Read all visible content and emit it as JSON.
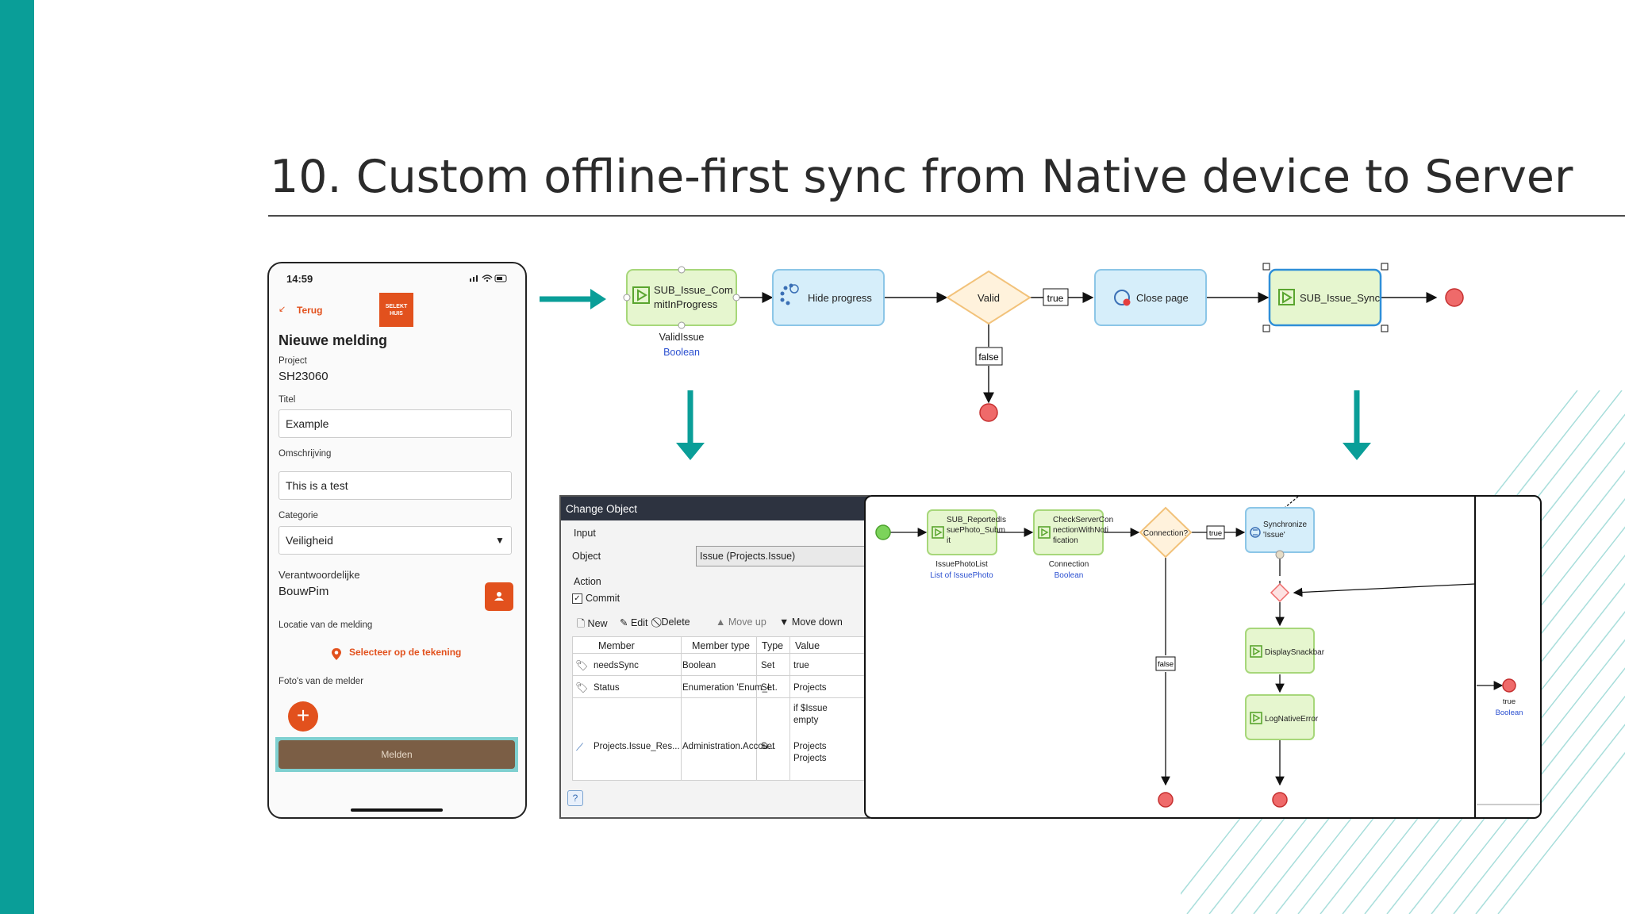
{
  "slide": {
    "title": "10. Custom offline-first sync from Native device to Server"
  },
  "colors": {
    "teal": "#0a9e98",
    "orange": "#e2511d",
    "green_box": "#e6f6cf",
    "blue_box": "#d6eefa",
    "end_red": "#ef6a6a"
  },
  "phone": {
    "time": "14:59",
    "back_label": "Terug",
    "logo_text": "SELEKT HUIS",
    "heading": "Nieuwe melding",
    "project_label": "Project",
    "project_value": "SH23060",
    "titel_label": "Titel",
    "titel_value": "Example",
    "omschrijving_label": "Omschrijving",
    "omschrijving_value": "This is a test",
    "categorie_label": "Categorie",
    "categorie_value": "Veiligheid",
    "verantwoordelijke_label": "Verantwoordelijke",
    "verantwoordelijke_value": "BouwPim",
    "locatie_label": "Locatie van de melding",
    "locatie_link": "Selecteer op de tekening",
    "foto_label": "Foto's van de melder",
    "submit_label": "Melden"
  },
  "flow_top": {
    "node1": {
      "line1": "SUB_Issue_Com",
      "line2": "mitInProgress",
      "output_name": "ValidIssue",
      "output_type": "Boolean"
    },
    "node2": "Hide progress",
    "decision": "Valid",
    "true_label": "true",
    "false_label": "false",
    "node3": "Close page",
    "node4": "SUB_Issue_Sync"
  },
  "change_object": {
    "title": "Change Object",
    "input_label": "Input",
    "object_label": "Object",
    "object_value": "Issue (Projects.Issue)",
    "action_label": "Action",
    "commit_label": "Commit",
    "toolbar": {
      "new": "New",
      "edit": "Edit",
      "delete": "Delete",
      "move_up": "Move up",
      "move_down": "Move down"
    },
    "columns": [
      "Member",
      "Member type",
      "Type",
      "Value"
    ],
    "rows": [
      {
        "member": "needsSync",
        "member_type": "Boolean",
        "type": "Set",
        "value": "true"
      },
      {
        "member": "Status",
        "member_type": "Enumeration 'Enum_I...",
        "type": "Set",
        "value": "Projects"
      },
      {
        "member": "Projects.Issue_Res...",
        "member_type": "Administration.Accou...",
        "type": "Set",
        "value_lines": [
          "if $Issue",
          "empty",
          "",
          "Projects",
          "Projects"
        ]
      }
    ]
  },
  "flow_bottom": {
    "node1": {
      "lines": [
        "SUB_ReportedIs",
        "suePhoto_Subm",
        "it"
      ],
      "output_name": "IssuePhotoList",
      "output_type": "List of IssuePhoto"
    },
    "node2": {
      "lines": [
        "CheckServerCon",
        "nectionWithNoti",
        "fication"
      ],
      "output_name": "Connection",
      "output_type": "Boolean"
    },
    "decision": "Connection?",
    "true_label": "true",
    "false_label": "false",
    "sync": [
      "Synchronize",
      "'Issue'"
    ],
    "snackbar": "DisplaySnackbar",
    "log": "LogNativeError",
    "end_true": "true",
    "end_type": "Boolean"
  }
}
